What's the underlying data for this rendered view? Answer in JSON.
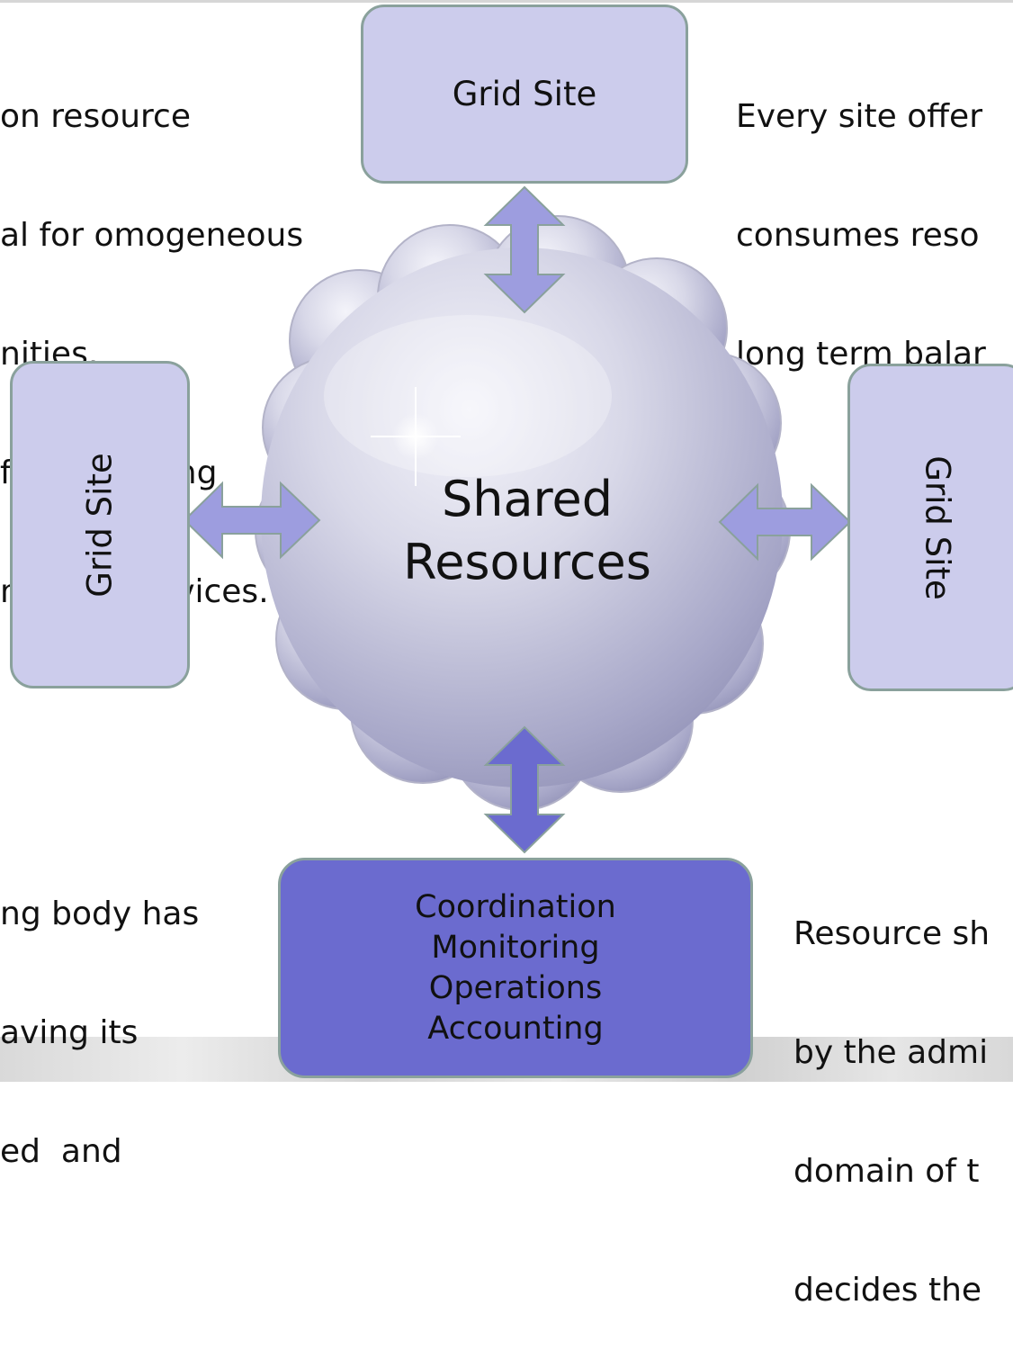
{
  "center": {
    "line1": "Shared",
    "line2": "Resources"
  },
  "sites": {
    "top": "Grid Site",
    "left": "Grid Site",
    "right": "Grid Site"
  },
  "coordination": [
    "Coordination",
    "Monitoring",
    "Operations",
    "Accounting"
  ],
  "notes": {
    "top_left": [
      "on resource",
      "al for omogeneous",
      "nities.",
      "for managing",
      "nent of services."
    ],
    "top_right": [
      "Every site offer",
      "consumes reso",
      "long term balar"
    ],
    "bottom_left": [
      "ng body has",
      "aving its",
      "ed  and"
    ],
    "bottom_right": [
      "Resource sh",
      "by the admi",
      "domain of t",
      "decides the"
    ]
  },
  "colors": {
    "site_fill": "#ccccec",
    "coordination_fill": "#6b6bcf",
    "arrow_fill": "#9d9ddf",
    "border": "#8aa19c"
  }
}
